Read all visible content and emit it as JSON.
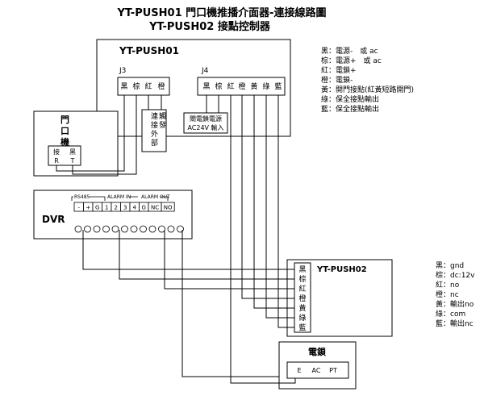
{
  "title": {
    "line1": "YT-PUSH01 門口機推播介面器-連接線路圖",
    "line2": "YT-PUSH02 接點控制器"
  },
  "push01": {
    "name": "YT-PUSH01",
    "j3_label": "J3",
    "j4_label": "J4",
    "j3_pins": [
      "黑",
      "棕",
      "紅",
      "橙"
    ],
    "j4_pins": [
      "黑",
      "棕",
      "紅",
      "橙",
      "黃",
      "綠",
      "藍"
    ],
    "ext_trigger": "連接外部觸發",
    "power_label": "閘電鎖電源",
    "power_input": "AC24V 輸入"
  },
  "legend1": [
    "黑：電源-　或 ac",
    "棕：電源+　或 ac",
    "紅：電鎖+",
    "橙：電鎖-",
    "黃：開門接點(紅黃短路開門)",
    "綠：保全接點輸出",
    "藍：保全接點輸出"
  ],
  "door_station": {
    "title": "門口機",
    "tab_left": "接",
    "tab_right": "黑",
    "pin_r": "R",
    "pin_t": "T"
  },
  "dvr": {
    "name": "DVR",
    "group_rs485": "RS485",
    "group_alarm_in": "ALARM IN",
    "group_alarm_out": "ALARM OUT",
    "terminals": [
      "-",
      "+",
      "G",
      "1",
      "2",
      "3",
      "4",
      "G",
      "NC",
      "NO"
    ]
  },
  "push02": {
    "name": "YT-PUSH02",
    "pins": [
      "黑",
      "棕",
      "紅",
      "橙",
      "黃",
      "綠",
      "藍"
    ]
  },
  "legend2": [
    "黑：gnd",
    "棕：dc:12v",
    "紅：no",
    "橙：nc",
    "黃：輸出no",
    "綠：com",
    "藍：輸出nc"
  ],
  "lock": {
    "title": "電鎖",
    "terminals": [
      "E",
      "AC",
      "PT"
    ]
  }
}
